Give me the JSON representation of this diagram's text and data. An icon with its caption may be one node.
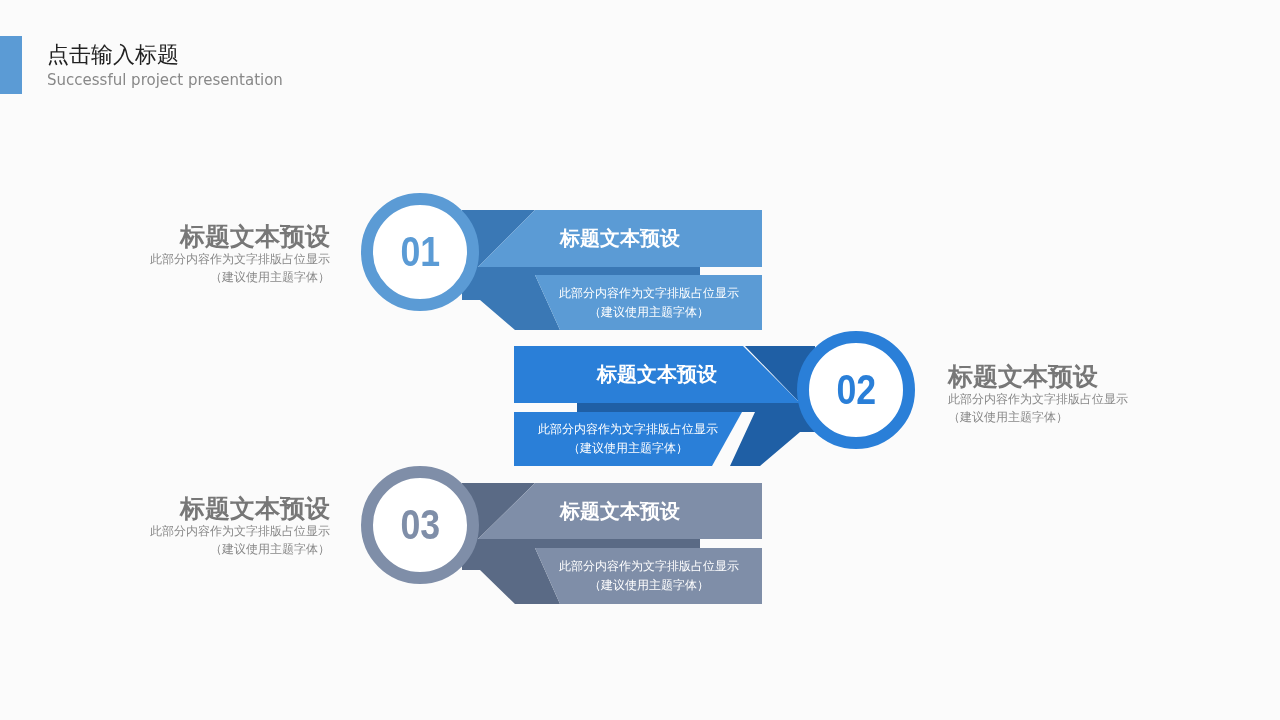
{
  "diagram": {
    "title": "点击输入标题",
    "nodes": [
      {
        "text": [
          "01"
        ],
        "beside": [
          "标题文本预设",
          "此部分内容作为文字排版占位显示（建议使用主题字体）"
        ]
      },
      {
        "text": [
          "标题文本预设"
        ]
      },
      {
        "text": [
          "此部分内容作为文字排版占位显示（建议使用主题字体）"
        ]
      },
      {
        "text": [
          "02"
        ],
        "beside": [
          "标题文本预设",
          "此部分内容作为文字排版占位显示（建议使用主题字体）"
        ]
      },
      {
        "text": [
          "标题文本预设"
        ]
      },
      {
        "text": [
          "此部分内容作为文字排版占位显示（建议使用主题字体）"
        ]
      },
      {
        "text": [
          "03"
        ],
        "beside": [
          "标题文本预设",
          "此部分内容作为文字排版占位显示（建议使用主题字体）"
        ]
      },
      {
        "text": [
          "标题文本预设"
        ]
      },
      {
        "text": [
          "此部分内容作为文字排版占位显示（建议使用主题字体）"
        ]
      }
    ],
    "edges": [
      {
        "from": 1,
        "to": 0,
        "arrow": "to"
      },
      {
        "from": 4,
        "to": 3,
        "arrow": "to"
      },
      {
        "from": 7,
        "to": 6,
        "arrow": "to"
      }
    ],
    "labels": [
      "Successful project presentation"
    ]
  }
}
